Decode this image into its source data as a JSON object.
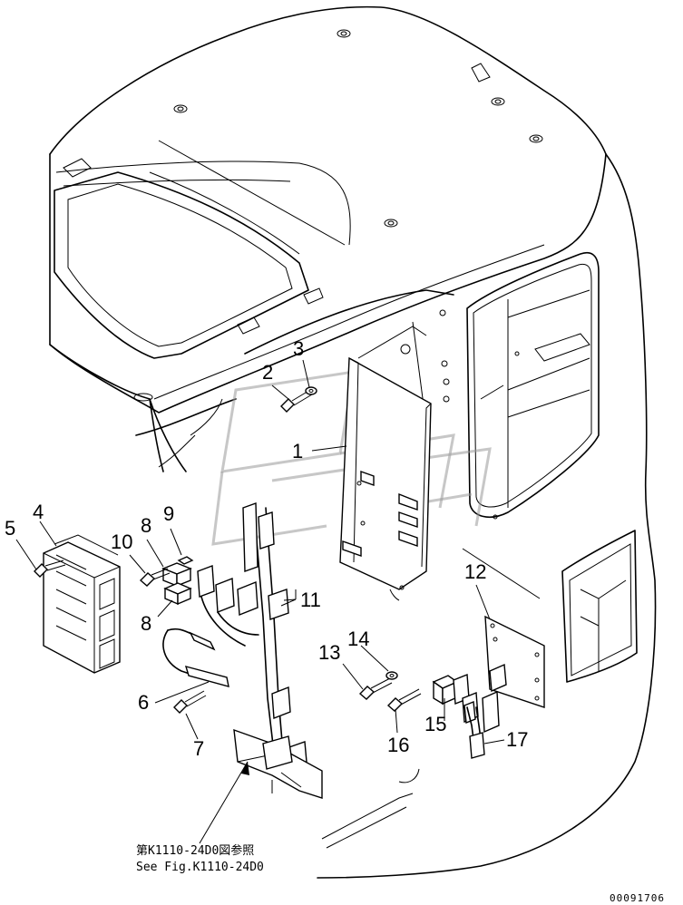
{
  "callouts": [
    {
      "id": "c1",
      "label": "1"
    },
    {
      "id": "c2",
      "label": "2"
    },
    {
      "id": "c3",
      "label": "3"
    },
    {
      "id": "c4",
      "label": "4"
    },
    {
      "id": "c5",
      "label": "5"
    },
    {
      "id": "c6",
      "label": "6"
    },
    {
      "id": "c7",
      "label": "7"
    },
    {
      "id": "c8a",
      "label": "8"
    },
    {
      "id": "c8b",
      "label": "8"
    },
    {
      "id": "c9",
      "label": "9"
    },
    {
      "id": "c10",
      "label": "10"
    },
    {
      "id": "c11",
      "label": "11"
    },
    {
      "id": "c12",
      "label": "12"
    },
    {
      "id": "c13",
      "label": "13"
    },
    {
      "id": "c14",
      "label": "14"
    },
    {
      "id": "c15",
      "label": "15"
    },
    {
      "id": "c16",
      "label": "16"
    },
    {
      "id": "c17",
      "label": "17"
    }
  ],
  "reference_note": {
    "line1": "第K1110-24D0図参照",
    "line2": "See Fig.K1110-24D0"
  },
  "drawing_code": "00091706"
}
